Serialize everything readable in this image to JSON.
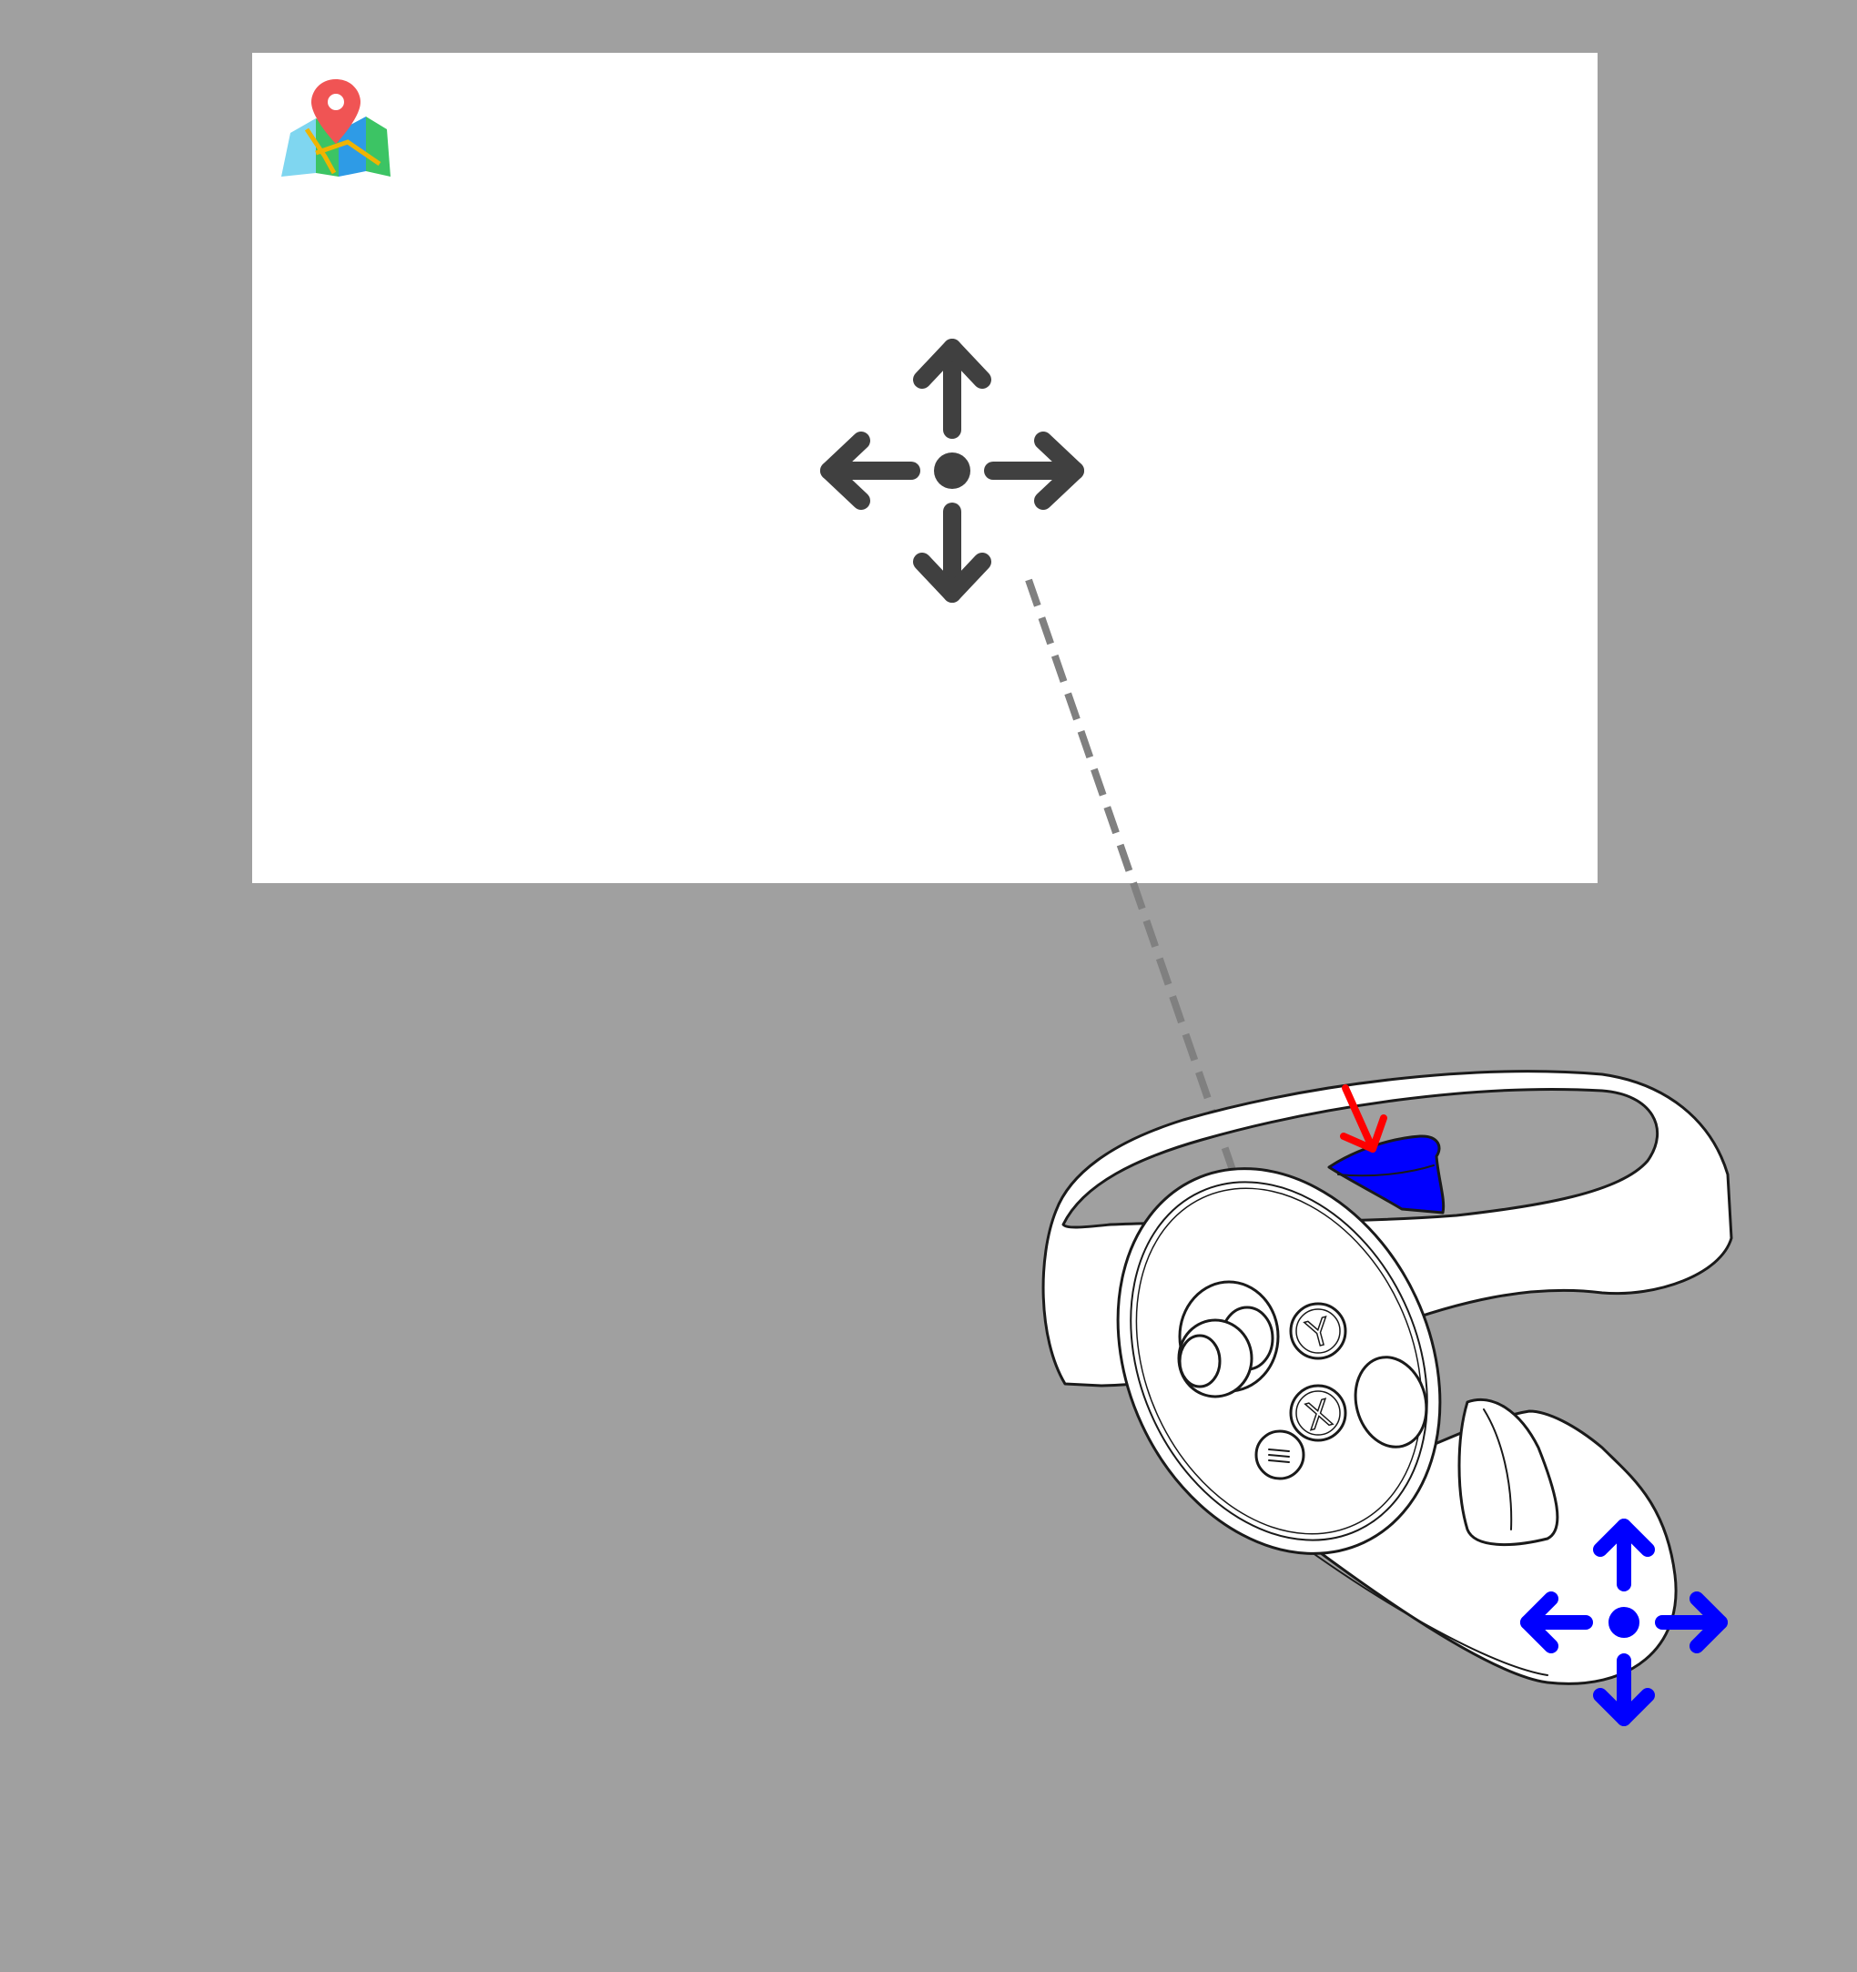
{
  "scene": {
    "background_color": "#a0a0a0",
    "panel_color": "#ffffff",
    "cursor_color": "#404040",
    "ray_color": "#808080",
    "controller_highlight_color": "#0000ff",
    "press_indicator_color": "#ff0000"
  },
  "map_panel": {
    "app_icon": "map-pin-icon",
    "cursor_icon": "move-arrows-icon"
  },
  "controller": {
    "device": "left-vr-controller",
    "buttons": {
      "y_label": "Y",
      "x_label": "X",
      "menu_icon": "menu-lines-icon"
    },
    "highlighted_control": "grip-trigger",
    "press_indicator_icon": "down-arrow-icon",
    "gesture_icon": "move-arrows-icon"
  }
}
